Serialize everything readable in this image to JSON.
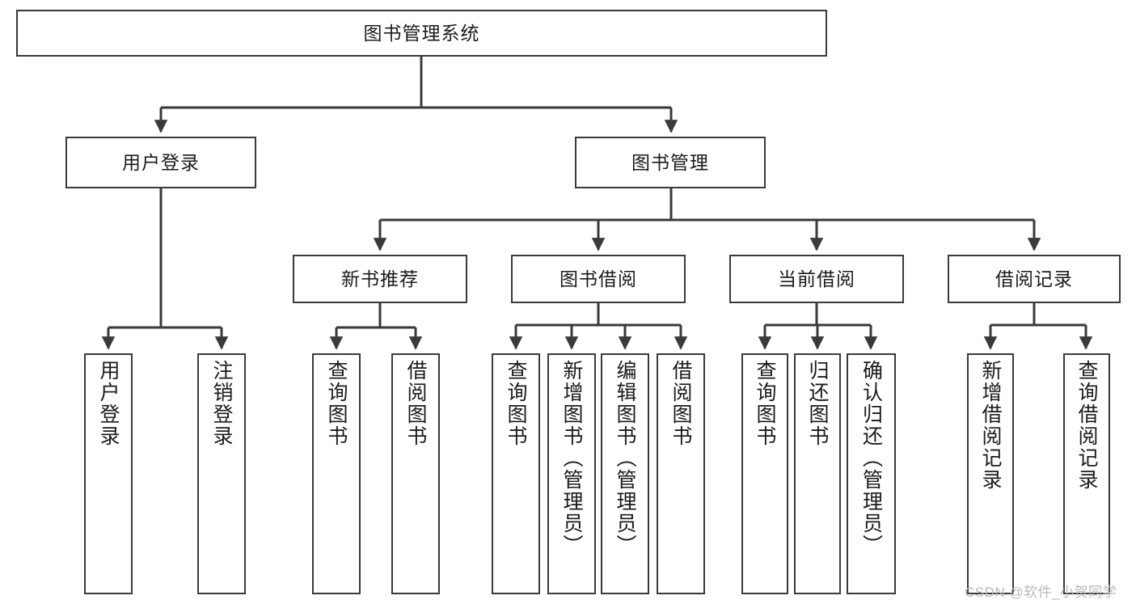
{
  "diagram": {
    "title": "图书管理系统",
    "type": "tree-hierarchy-diagram",
    "colors": {
      "stroke": "#3a3a3a",
      "fill": "#ffffff",
      "text": "#1b1b1b",
      "watermark": "#b9b9b9"
    },
    "root": {
      "label": "图书管理系统"
    },
    "level2": [
      {
        "label": "用户登录"
      },
      {
        "label": "图书管理"
      }
    ],
    "level3": [
      {
        "label": "新书推荐"
      },
      {
        "label": "图书借阅"
      },
      {
        "label": "当前借阅"
      },
      {
        "label": "借阅记录"
      }
    ],
    "leaves": {
      "user_login": [
        {
          "label": "用户登录"
        },
        {
          "label": "注销登录"
        }
      ],
      "new_book_recommend": [
        {
          "label": "查询图书"
        },
        {
          "label": "借阅图书"
        }
      ],
      "book_borrow": [
        {
          "label": "查询图书"
        },
        {
          "label": "新增图书（管理员）"
        },
        {
          "label": "编辑图书（管理员）"
        },
        {
          "label": "借阅图书"
        }
      ],
      "current_borrow": [
        {
          "label": "查询图书"
        },
        {
          "label": "归还图书"
        },
        {
          "label": "确认归还（管理员）"
        }
      ],
      "borrow_record": [
        {
          "label": "新增借阅记录"
        },
        {
          "label": "查询借阅记录"
        }
      ]
    },
    "watermark": "CSDN @软件_小贺同学"
  }
}
